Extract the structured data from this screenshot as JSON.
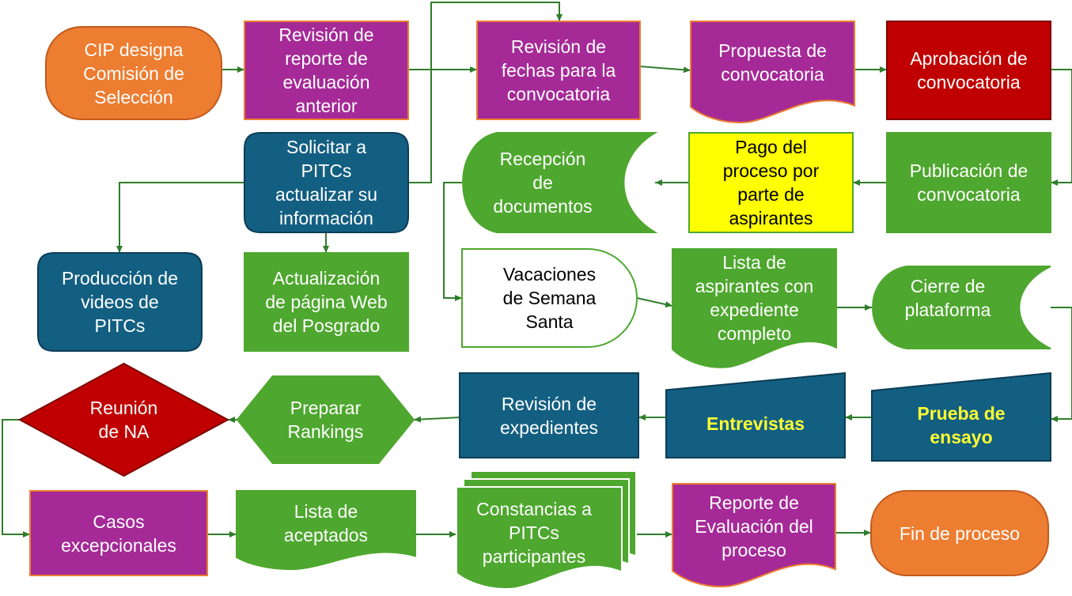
{
  "colors": {
    "orange": "#ed7d31",
    "purple": "#a52a97",
    "green": "#4ea72e",
    "teal": "#135f82",
    "red": "#c00000",
    "yellow": "#ffff00",
    "white": "#ffffff",
    "connector": "#2f7d2a",
    "label_yellow": "#ffff33"
  },
  "nodes": {
    "cip": {
      "label": "CIP designa\nComisión de\nSelección",
      "shape": "terminator",
      "color": "orange"
    },
    "revision_reporte": {
      "label": "Revisión de\nreporte de\nevaluación\nanterior",
      "shape": "process",
      "color": "purple"
    },
    "revision_fechas": {
      "label": "Revisión de\nfechas para la\nconvocatoria",
      "shape": "process",
      "color": "purple"
    },
    "propuesta": {
      "label": "Propuesta de\nconvocatoria",
      "shape": "document",
      "color": "purple"
    },
    "aprobacion": {
      "label": "Aprobación de\nconvocatoria",
      "shape": "process",
      "color": "red"
    },
    "solicitar": {
      "label": "Solicitar a\nPITCs\nactualizar su\ninformación",
      "shape": "rounded",
      "color": "teal"
    },
    "recepcion": {
      "label": "Recepción\nde\ndocumentos",
      "shape": "stored-data",
      "color": "green"
    },
    "pago": {
      "label": "Pago del\nproceso por\nparte de\naspirantes",
      "shape": "process",
      "color": "yellow"
    },
    "publicacion": {
      "label": "Publicación de\nconvocatoria",
      "shape": "process",
      "color": "green"
    },
    "produccion": {
      "label": "Producción de\nvideos de\nPITCs",
      "shape": "rounded",
      "color": "teal"
    },
    "actualizacion": {
      "label": "Actualización\nde página Web\ndel Posgrado",
      "shape": "process",
      "color": "green"
    },
    "vacaciones": {
      "label": "Vacaciones\nde Semana\nSanta",
      "shape": "delay",
      "color": "white"
    },
    "lista_aspirantes": {
      "label": "Lista de\naspirantes con\nexpediente\ncompleto",
      "shape": "document",
      "color": "green"
    },
    "cierre": {
      "label": "Cierre de\nplataforma",
      "shape": "stored-data",
      "color": "green"
    },
    "reunion": {
      "label": "Reunión\nde NA",
      "shape": "decision",
      "color": "red"
    },
    "preparar": {
      "label": "Preparar\nRankings",
      "shape": "hexagon",
      "color": "green"
    },
    "revision_expedientes": {
      "label": "Revisión de\nexpedientes",
      "shape": "process",
      "color": "teal"
    },
    "entrevistas": {
      "label": "Entrevistas",
      "shape": "manual-input",
      "color": "teal"
    },
    "prueba": {
      "label": "Prueba de\nensayo",
      "shape": "manual-input",
      "color": "teal"
    },
    "casos": {
      "label": "Casos\nexcepcionales",
      "shape": "process",
      "color": "purple"
    },
    "lista_aceptados": {
      "label": "Lista de\naceptados",
      "shape": "document",
      "color": "green"
    },
    "constancias": {
      "label": "Constancias a\nPITCs\nparticipantes",
      "shape": "multidocument",
      "color": "green"
    },
    "reporte_evaluacion": {
      "label": "Reporte de\nEvaluación del\nproceso",
      "shape": "document",
      "color": "purple"
    },
    "fin": {
      "label": "Fin de proceso",
      "shape": "terminator",
      "color": "orange"
    }
  },
  "edges": [
    [
      "cip",
      "revision_reporte"
    ],
    [
      "revision_reporte",
      "revision_fechas"
    ],
    [
      "revision_reporte",
      "solicitar"
    ],
    [
      "revision_fechas",
      "propuesta"
    ],
    [
      "propuesta",
      "aprobacion"
    ],
    [
      "aprobacion",
      "publicacion"
    ],
    [
      "publicacion",
      "pago"
    ],
    [
      "pago",
      "recepcion"
    ],
    [
      "recepcion",
      "vacaciones"
    ],
    [
      "vacaciones",
      "lista_aspirantes"
    ],
    [
      "lista_aspirantes",
      "cierre"
    ],
    [
      "cierre",
      "prueba"
    ],
    [
      "prueba",
      "entrevistas"
    ],
    [
      "entrevistas",
      "revision_expedientes"
    ],
    [
      "revision_expedientes",
      "preparar"
    ],
    [
      "preparar",
      "reunion"
    ],
    [
      "reunion",
      "casos"
    ],
    [
      "casos",
      "lista_aceptados"
    ],
    [
      "lista_aceptados",
      "constancias"
    ],
    [
      "constancias",
      "reporte_evaluacion"
    ],
    [
      "reporte_evaluacion",
      "fin"
    ],
    [
      "solicitar",
      "produccion"
    ],
    [
      "solicitar",
      "actualizacion"
    ]
  ]
}
